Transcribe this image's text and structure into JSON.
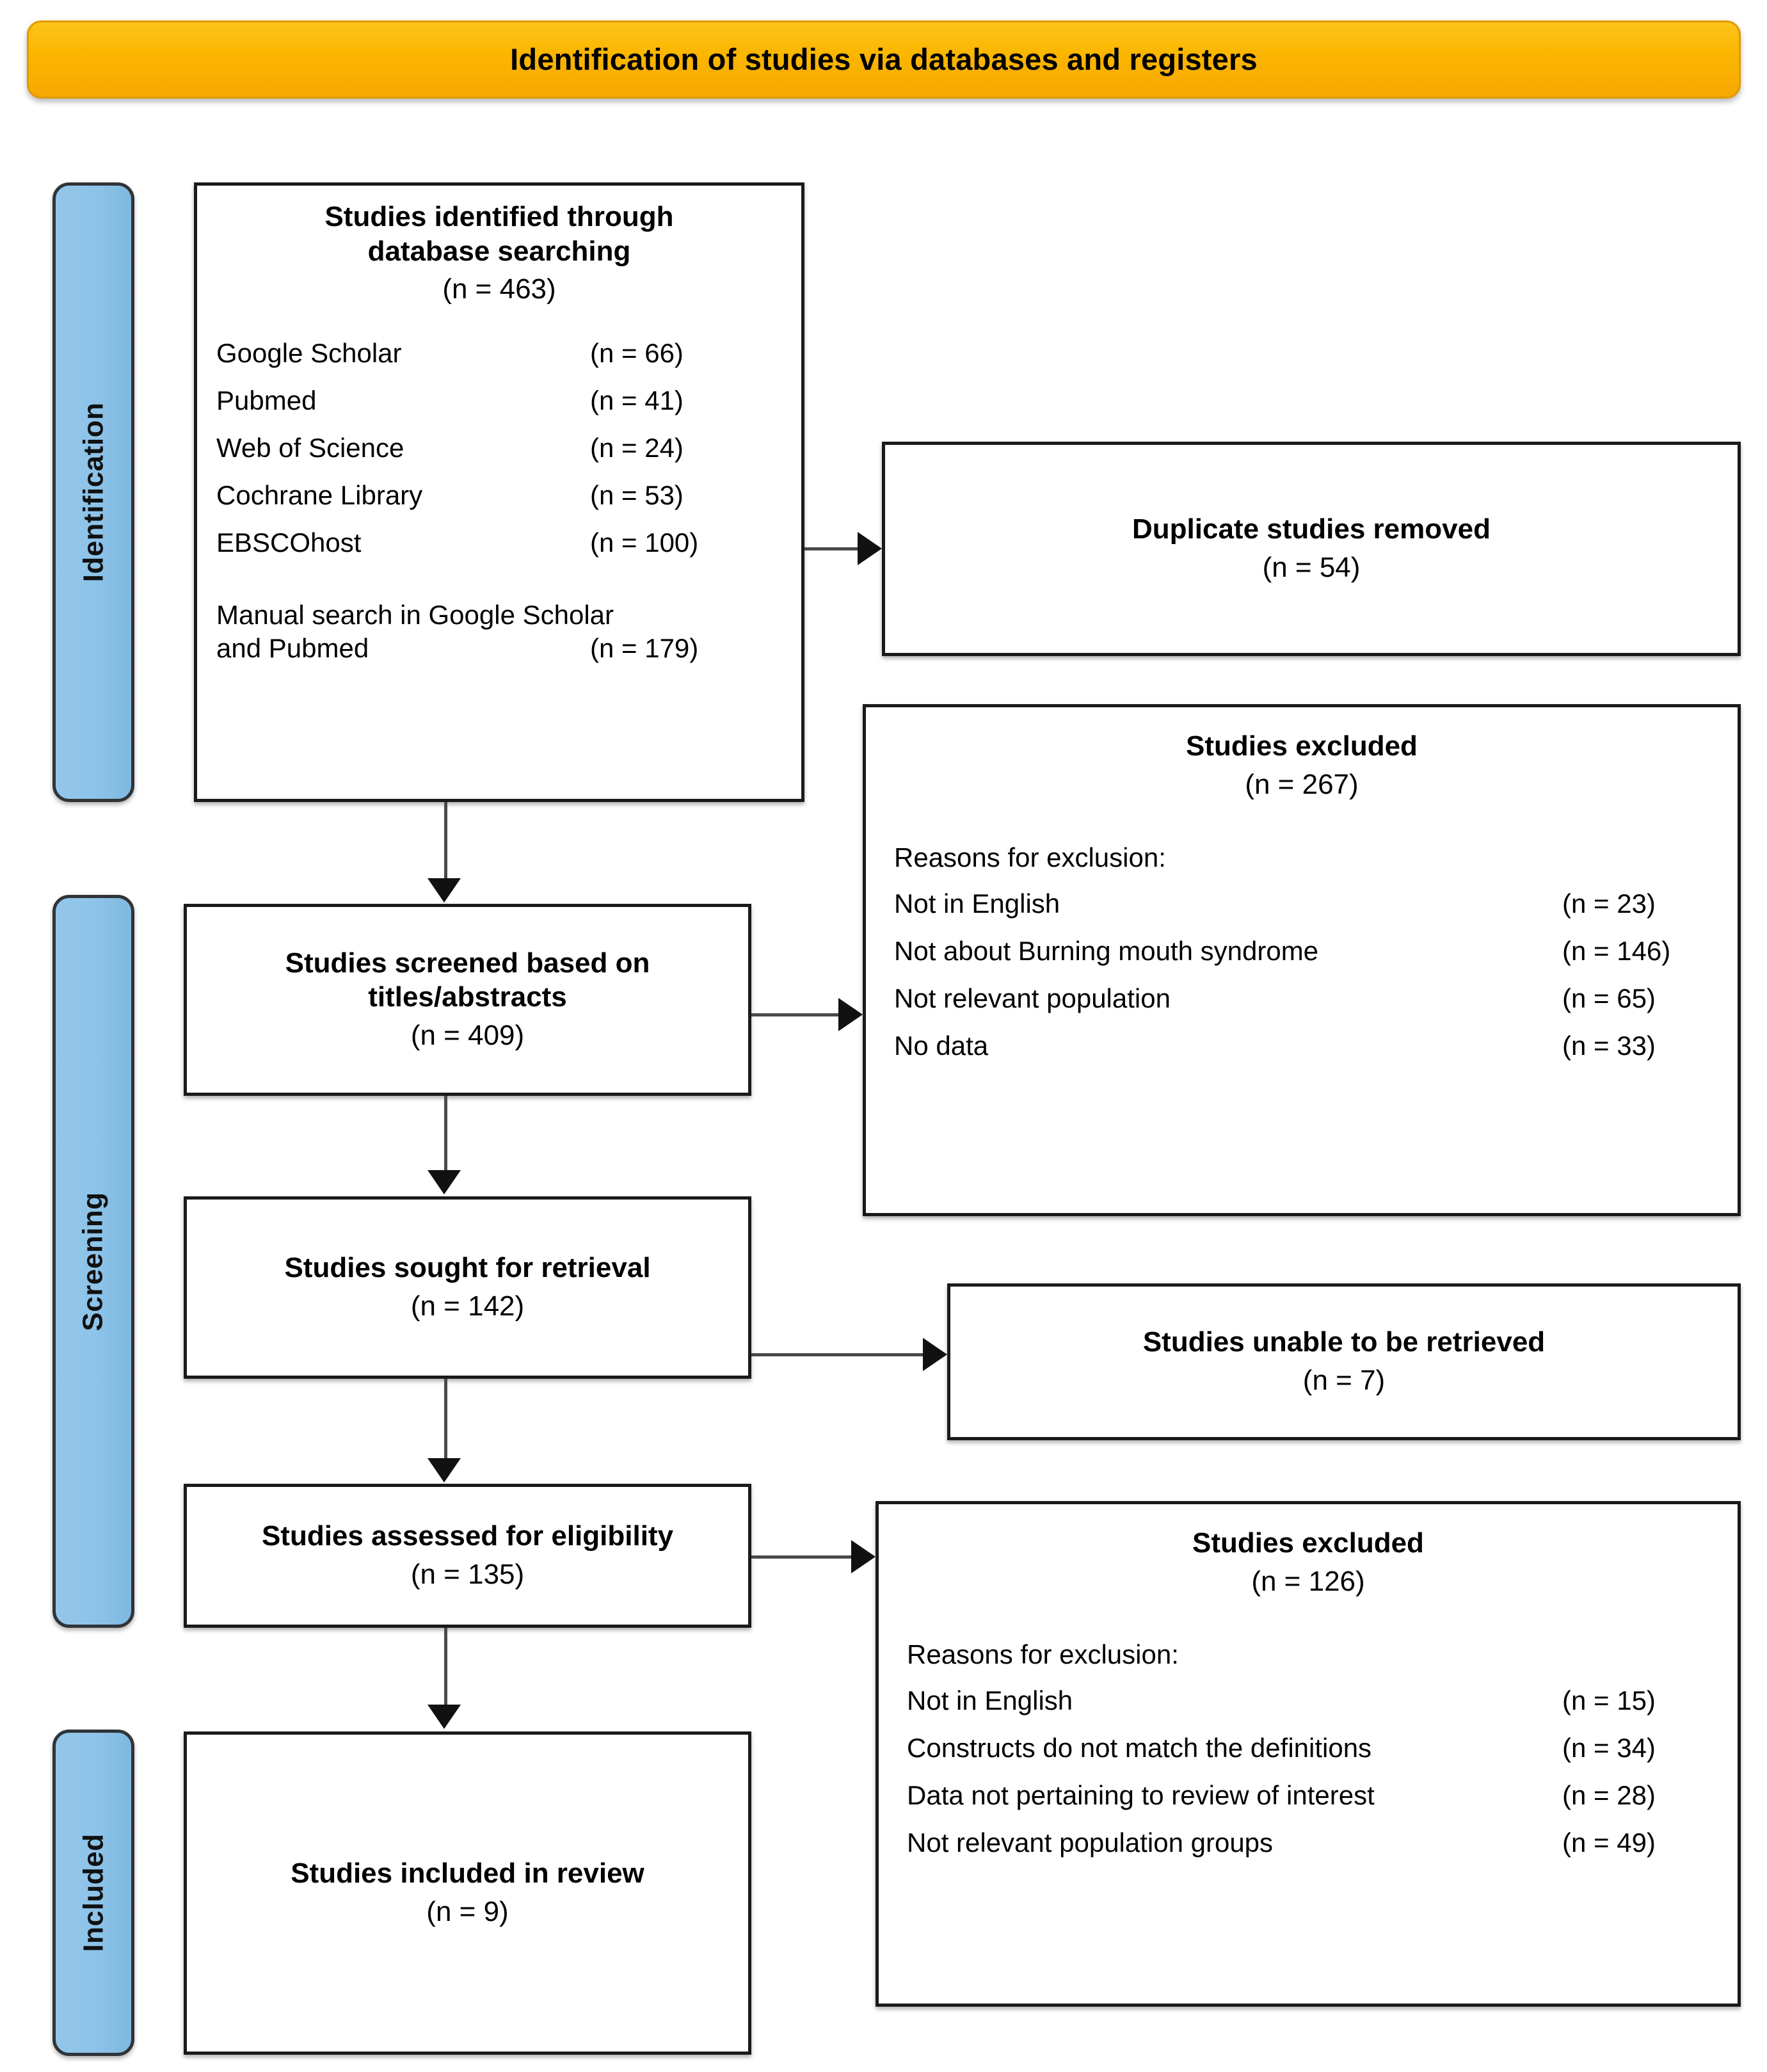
{
  "header": {
    "title": "Identification of studies via databases and registers"
  },
  "rails": [
    {
      "label": "Identification"
    },
    {
      "label": "Screening"
    },
    {
      "label": "Included"
    }
  ],
  "boxes": {
    "identified": {
      "title_line1": "Studies identified through",
      "title_line2": "database searching",
      "count": "(n = 463)",
      "sources": [
        {
          "label": "Google Scholar",
          "value": "(n = 66)"
        },
        {
          "label": "Pubmed",
          "value": "(n = 41)"
        },
        {
          "label": "Web of Science",
          "value": "(n = 24)"
        },
        {
          "label": "Cochrane Library",
          "value": "(n = 53)"
        },
        {
          "label": "EBSCOhost",
          "value": "(n = 100)"
        }
      ],
      "manual_line1": "Manual search in Google Scholar",
      "manual_label": "and Pubmed",
      "manual_value": "(n = 179)"
    },
    "duplicates_removed": {
      "title": "Duplicate studies removed",
      "count": "(n = 54)"
    },
    "screened": {
      "title_line1": "Studies screened based on",
      "title_line2": "titles/abstracts",
      "count": "(n = 409)"
    },
    "excluded_screening": {
      "title": "Studies excluded",
      "count": "(n = 267)",
      "reasons_heading": "Reasons for exclusion:",
      "reasons": [
        {
          "label": "Not in English",
          "value": "(n = 23)"
        },
        {
          "label": "Not about Burning mouth syndrome",
          "value": "(n = 146)"
        },
        {
          "label": "Not relevant population",
          "value": "(n = 65)"
        },
        {
          "label": "No data",
          "value": "(n = 33)"
        }
      ]
    },
    "sought": {
      "title": "Studies sought for retrieval",
      "count": "(n = 142)"
    },
    "unable_retrieved": {
      "title": "Studies unable to be retrieved",
      "count": "(n = 7)"
    },
    "assessed": {
      "title": "Studies assessed for eligibility",
      "count": "(n = 135)"
    },
    "excluded_eligibility": {
      "title": "Studies excluded",
      "count": "(n = 126)",
      "reasons_heading": "Reasons for exclusion:",
      "reasons": [
        {
          "label": "Not in English",
          "value": "(n = 15)"
        },
        {
          "label": "Constructs do not match the definitions",
          "value": "(n = 34)"
        },
        {
          "label": "Data not pertaining to review of interest",
          "value": "(n = 28)"
        },
        {
          "label": "Not relevant population groups",
          "value": "(n = 49)"
        }
      ]
    },
    "included": {
      "title": "Studies included in review",
      "count": "(n = 9)"
    }
  },
  "colors": {
    "header_bar": "#FBB600",
    "rail": "#8EC4EA",
    "box_border": "#1A1A1A",
    "connector": "#4A4A4A"
  },
  "chart_data": {
    "type": "diagram",
    "title": "Identification of studies via databases and registers",
    "nodes": [
      {
        "id": "identified",
        "stage": "Identification",
        "label": "Studies identified through database searching",
        "n": 463
      },
      {
        "id": "duplicates_removed",
        "stage": "Identification",
        "label": "Duplicate studies removed",
        "n": 54
      },
      {
        "id": "screened",
        "stage": "Screening",
        "label": "Studies screened based on titles/abstracts",
        "n": 409
      },
      {
        "id": "excluded_screening",
        "stage": "Screening",
        "label": "Studies excluded",
        "n": 267
      },
      {
        "id": "sought",
        "stage": "Screening",
        "label": "Studies sought for retrieval",
        "n": 142
      },
      {
        "id": "unable_retrieved",
        "stage": "Screening",
        "label": "Studies unable to be retrieved",
        "n": 7
      },
      {
        "id": "assessed",
        "stage": "Screening",
        "label": "Studies assessed for eligibility",
        "n": 135
      },
      {
        "id": "excluded_eligibility",
        "stage": "Screening",
        "label": "Studies excluded",
        "n": 126
      },
      {
        "id": "included",
        "stage": "Included",
        "label": "Studies included in review",
        "n": 9
      }
    ],
    "edges": [
      {
        "from": "identified",
        "to": "duplicates_removed"
      },
      {
        "from": "identified",
        "to": "screened"
      },
      {
        "from": "screened",
        "to": "excluded_screening"
      },
      {
        "from": "screened",
        "to": "sought"
      },
      {
        "from": "sought",
        "to": "unable_retrieved"
      },
      {
        "from": "sought",
        "to": "assessed"
      },
      {
        "from": "assessed",
        "to": "excluded_eligibility"
      },
      {
        "from": "assessed",
        "to": "included"
      }
    ],
    "source_breakdown": {
      "Google Scholar": 66,
      "Pubmed": 41,
      "Web of Science": 24,
      "Cochrane Library": 53,
      "EBSCOhost": 100,
      "Manual search in Google Scholar and Pubmed": 179
    },
    "exclusion_reasons_screening": {
      "Not in English": 23,
      "Not about Burning mouth syndrome": 146,
      "Not relevant population": 65,
      "No data": 33
    },
    "exclusion_reasons_eligibility": {
      "Not in English": 15,
      "Constructs do not match the definitions": 34,
      "Data not pertaining to review of interest": 28,
      "Not relevant population groups": 49
    }
  }
}
